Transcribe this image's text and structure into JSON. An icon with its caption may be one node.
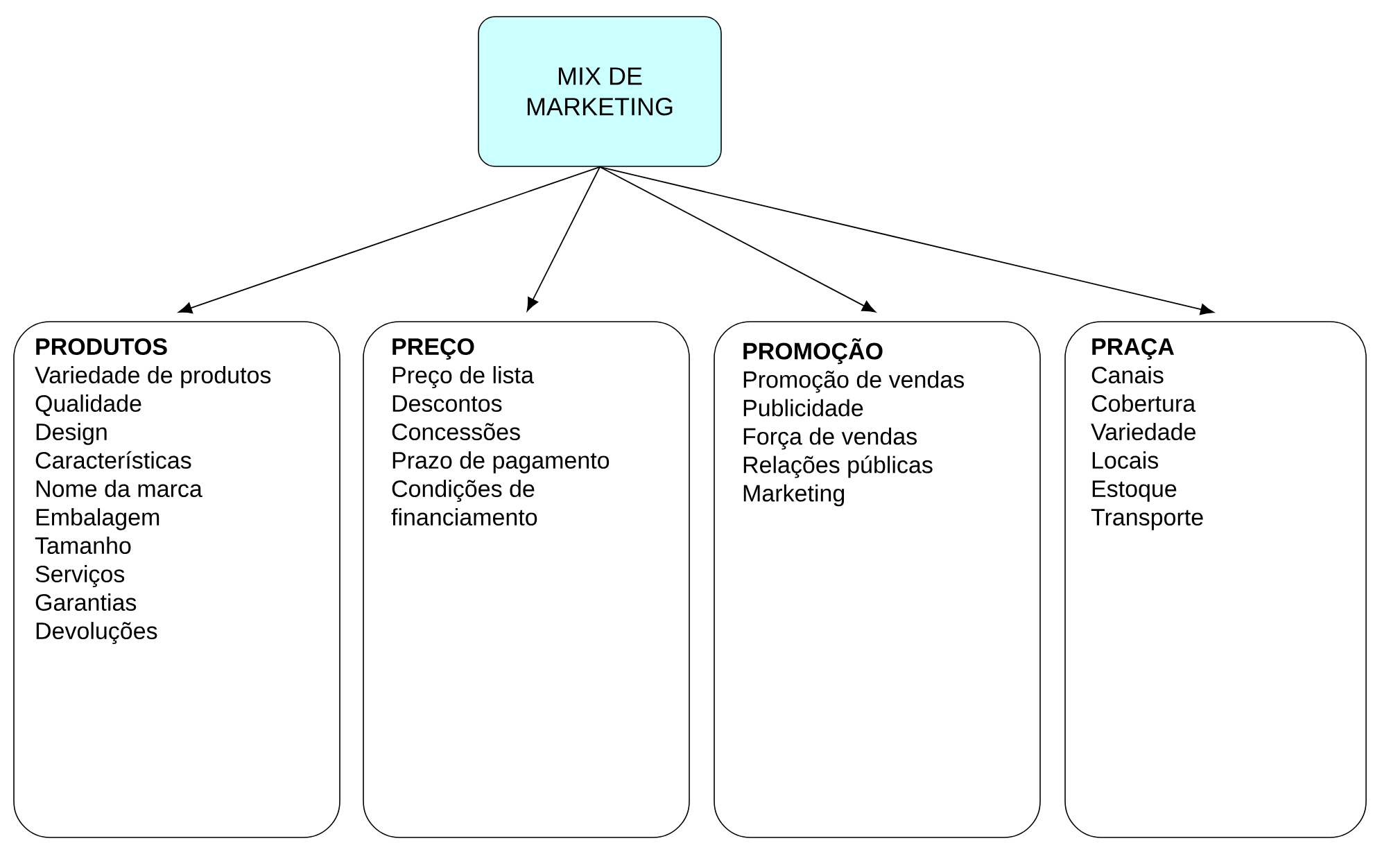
{
  "diagram": {
    "nodes": [
      {
        "text": [
          "MIX DE MARKETING"
        ]
      },
      {
        "text": [
          "PRODUTOS",
          "Variedade de produtos",
          "Qualidade",
          "Design",
          "Características",
          "Nome da marca",
          "Embalagem",
          "Tamanho",
          "Serviços",
          "Garantias",
          "Devoluções"
        ]
      },
      {
        "text": [
          "PREÇO",
          "Preço de lista",
          "Descontos",
          "Concessões",
          "Prazo de pagamento",
          "Condições de financiamento"
        ]
      },
      {
        "text": [
          "PROMOÇÃO",
          "Promoção de vendas",
          "Publicidade",
          "Força de vendas",
          "Relações públicas",
          "Marketing"
        ]
      },
      {
        "text": [
          "PRAÇA",
          "Canais",
          "Cobertura",
          "Variedade",
          "Locais",
          "Estoque",
          "Transporte"
        ]
      }
    ],
    "edges": [
      {
        "from": 0,
        "to": 1,
        "arrow": "to"
      },
      {
        "from": 0,
        "to": 2,
        "arrow": "to"
      },
      {
        "from": 0,
        "to": 3,
        "arrow": "to"
      },
      {
        "from": 0,
        "to": 4,
        "arrow": "to"
      }
    ]
  }
}
